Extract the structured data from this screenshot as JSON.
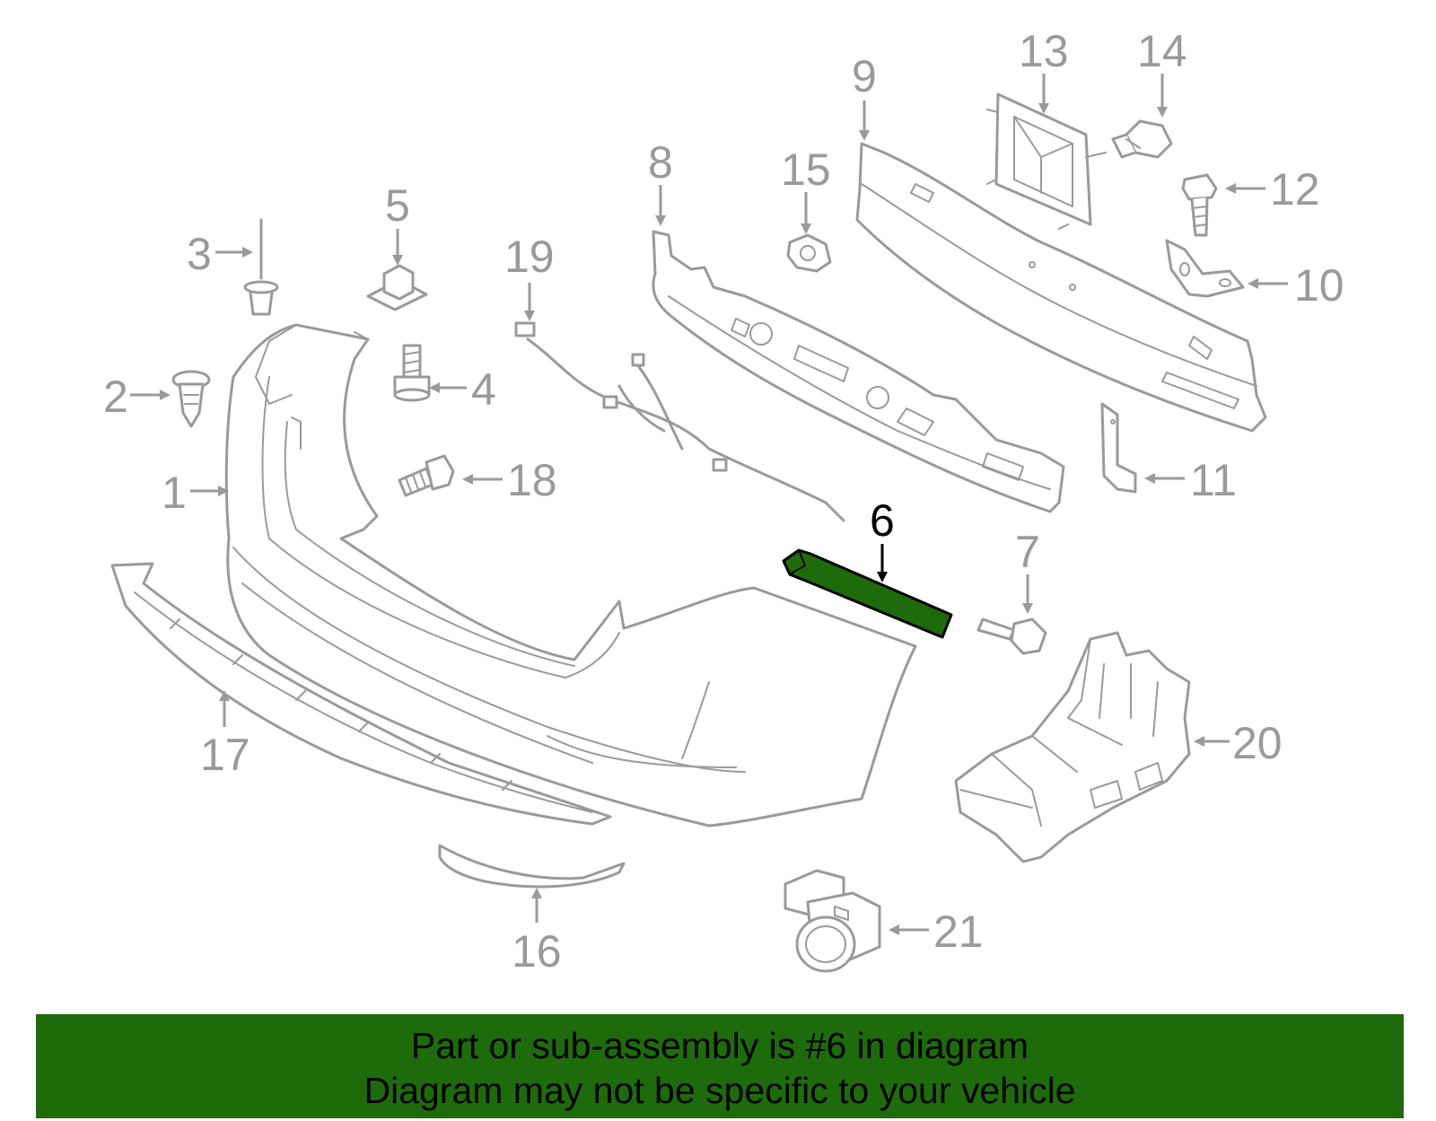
{
  "diagram": {
    "highlight_color": "#1e6b0c",
    "callouts": {
      "c1": "1",
      "c2": "2",
      "c3": "3",
      "c4": "4",
      "c5": "5",
      "c6": "6",
      "c7": "7",
      "c8": "8",
      "c9": "9",
      "c10": "10",
      "c11": "11",
      "c12": "12",
      "c13": "13",
      "c14": "14",
      "c15": "15",
      "c16": "16",
      "c17": "17",
      "c18": "18",
      "c19": "19",
      "c20": "20",
      "c21": "21"
    },
    "highlighted_part": "6"
  },
  "banner": {
    "line1": "Part or sub-assembly is #6 in diagram",
    "line2": "Diagram may not be specific to your vehicle",
    "background": "#1e6b0c"
  }
}
